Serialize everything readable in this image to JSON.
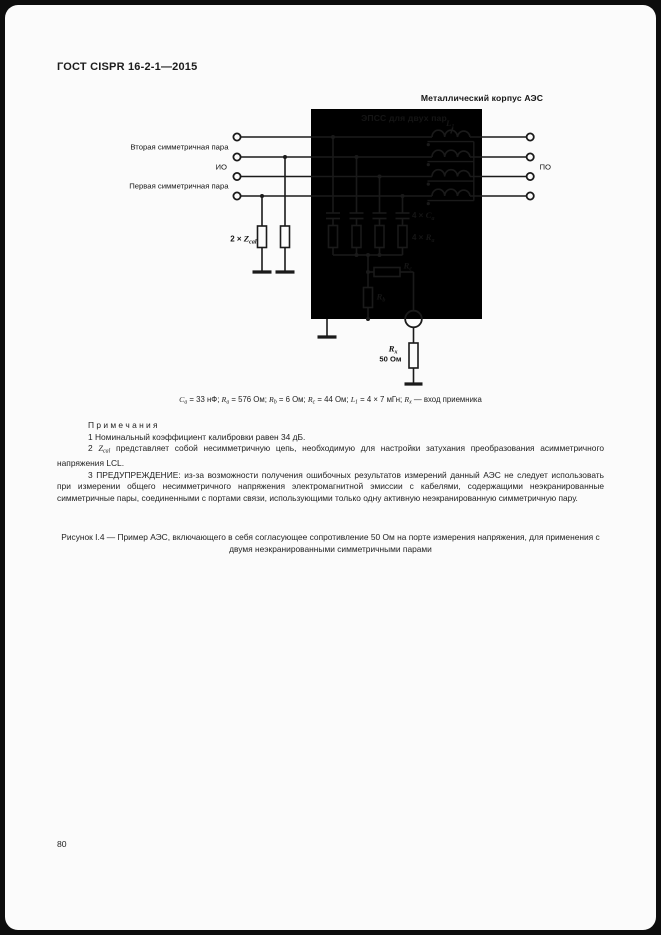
{
  "header": {
    "title": "ГОСТ CISPR 16-2-1—2015"
  },
  "diagram": {
    "case_label": "Металлический корпус АЭС",
    "filter_label": "ЭПСС для двух пар",
    "pair2_label": "Вторая симметричная пара",
    "eut_label": "ИО",
    "pair1_label": "Первая симметричная пара",
    "ae_label": "ПО",
    "l1": {
      "base": "L",
      "sub": "1"
    },
    "zcal": {
      "prefix": "2 × ",
      "base": "Z",
      "sub": "cal"
    },
    "ca": {
      "prefix": "4 × ",
      "base": "C",
      "sub": "a"
    },
    "ra": {
      "prefix": "4 × ",
      "base": "R",
      "sub": "a"
    },
    "rc": {
      "base": "R",
      "sub": "c"
    },
    "rb": {
      "base": "R",
      "sub": "b"
    },
    "rx": {
      "base": "R",
      "sub": "x"
    },
    "rx_value": "50 Ом"
  },
  "parameters": {
    "parts": [
      {
        "base": "C",
        "sub": "a",
        "rest": " = 33 нФ; "
      },
      {
        "base": "R",
        "sub": "a",
        "rest": " = 576 Ом; "
      },
      {
        "base": "R",
        "sub": "b",
        "rest": " = 6 Ом; "
      },
      {
        "base": "R",
        "sub": "c",
        "rest": " = 44 Ом; "
      },
      {
        "base": "L",
        "sub": "1",
        "rest": " = 4 × 7 мГн; "
      },
      {
        "base": "R",
        "sub": "x",
        "rest": " — вход приемника"
      }
    ]
  },
  "notes": {
    "heading": "П р и м е ч а н и я",
    "note1": "1 Номинальный коэффициент калибровки равен 34 дБ.",
    "note2_prefix": "2 ",
    "note2_var": "Z",
    "note2_var_sub": "cal",
    "note2_text": " представляет собой несимметричную цепь, необходимую для настройки затухания преобразования асимметричного напряжения LCL.",
    "note3": "3 ПРЕДУПРЕЖДЕНИЕ: из-за возможности получения ошибочных результатов измерений данный АЭС не следует использовать при измерении общего несимметричного напряжения электромагнитной эмиссии с кабелями, содержащими неэкранированные симметричные пары, соединенными с портами связи, использующими только одну активную неэкранированную симметричную пару."
  },
  "caption": {
    "text": "Рисунок I.4 — Пример АЭС, включающего в себя согласующее сопротивление 50 Ом на порте измерения напряжения, для применения с двумя неэкранированными симметричными парами"
  },
  "footer": {
    "page_number": "80"
  },
  "colors": {
    "page_background": "#fbfbfb",
    "frame": "#0d0d0d",
    "ink": "#1a1a1a"
  }
}
